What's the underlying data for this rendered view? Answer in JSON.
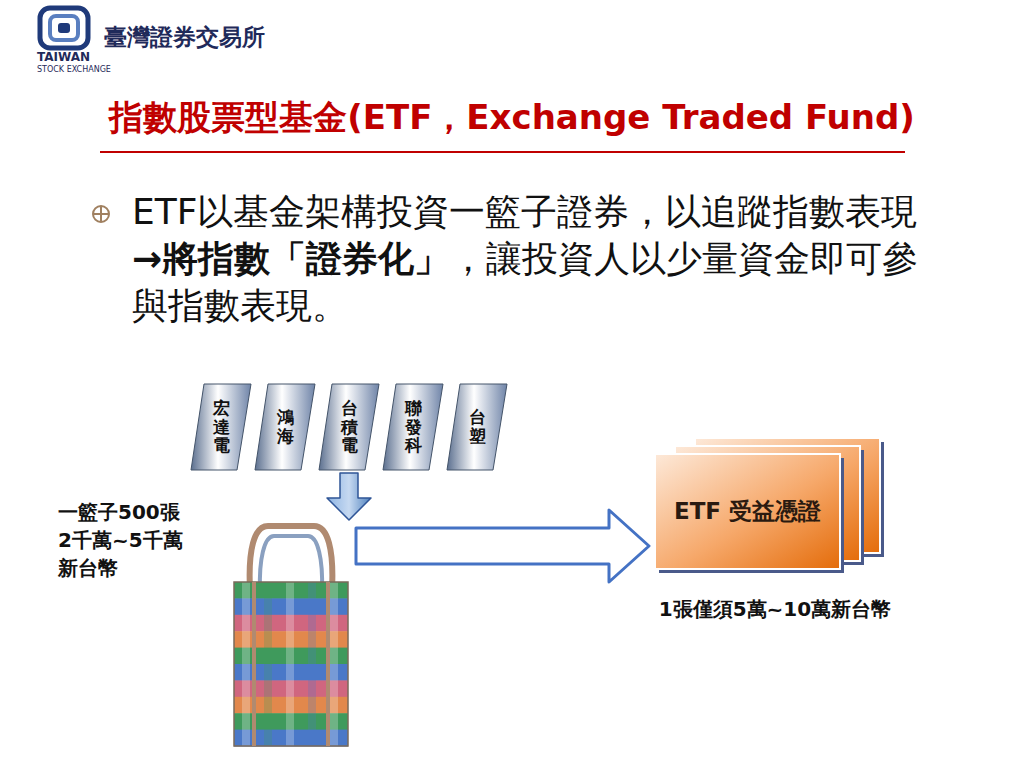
{
  "diagram": {
    "title": "指數股票型基金(ETF，Exchange Traded Fund)",
    "nodes": [
      {
        "text": [
          "宏達電"
        ]
      },
      {
        "text": [
          "鴻海"
        ]
      },
      {
        "text": [
          "台積電"
        ]
      },
      {
        "text": [
          "聯發科"
        ]
      },
      {
        "text": [
          "台塑"
        ]
      },
      {
        "text": [
          "一籃子500張 2千萬~5千萬 新台幣"
        ]
      },
      {
        "text": [
          "ETF 受益憑證",
          "1張僅須5萬~10萬新台幣"
        ]
      }
    ],
    "edges": [
      {
        "from": 2,
        "to": 5,
        "arrow": "to"
      },
      {
        "from": 5,
        "to": 6,
        "arrow": "to"
      }
    ],
    "labels": [
      "臺灣證券交易所",
      "TAIWAN",
      "STOCK EXCHANGE",
      "ETF以基金架構投資一籃子證券，以追蹤指數表現",
      "→將指數「證券化」",
      "，讓投資人以少量資金即可參與指數表現。"
    ]
  }
}
